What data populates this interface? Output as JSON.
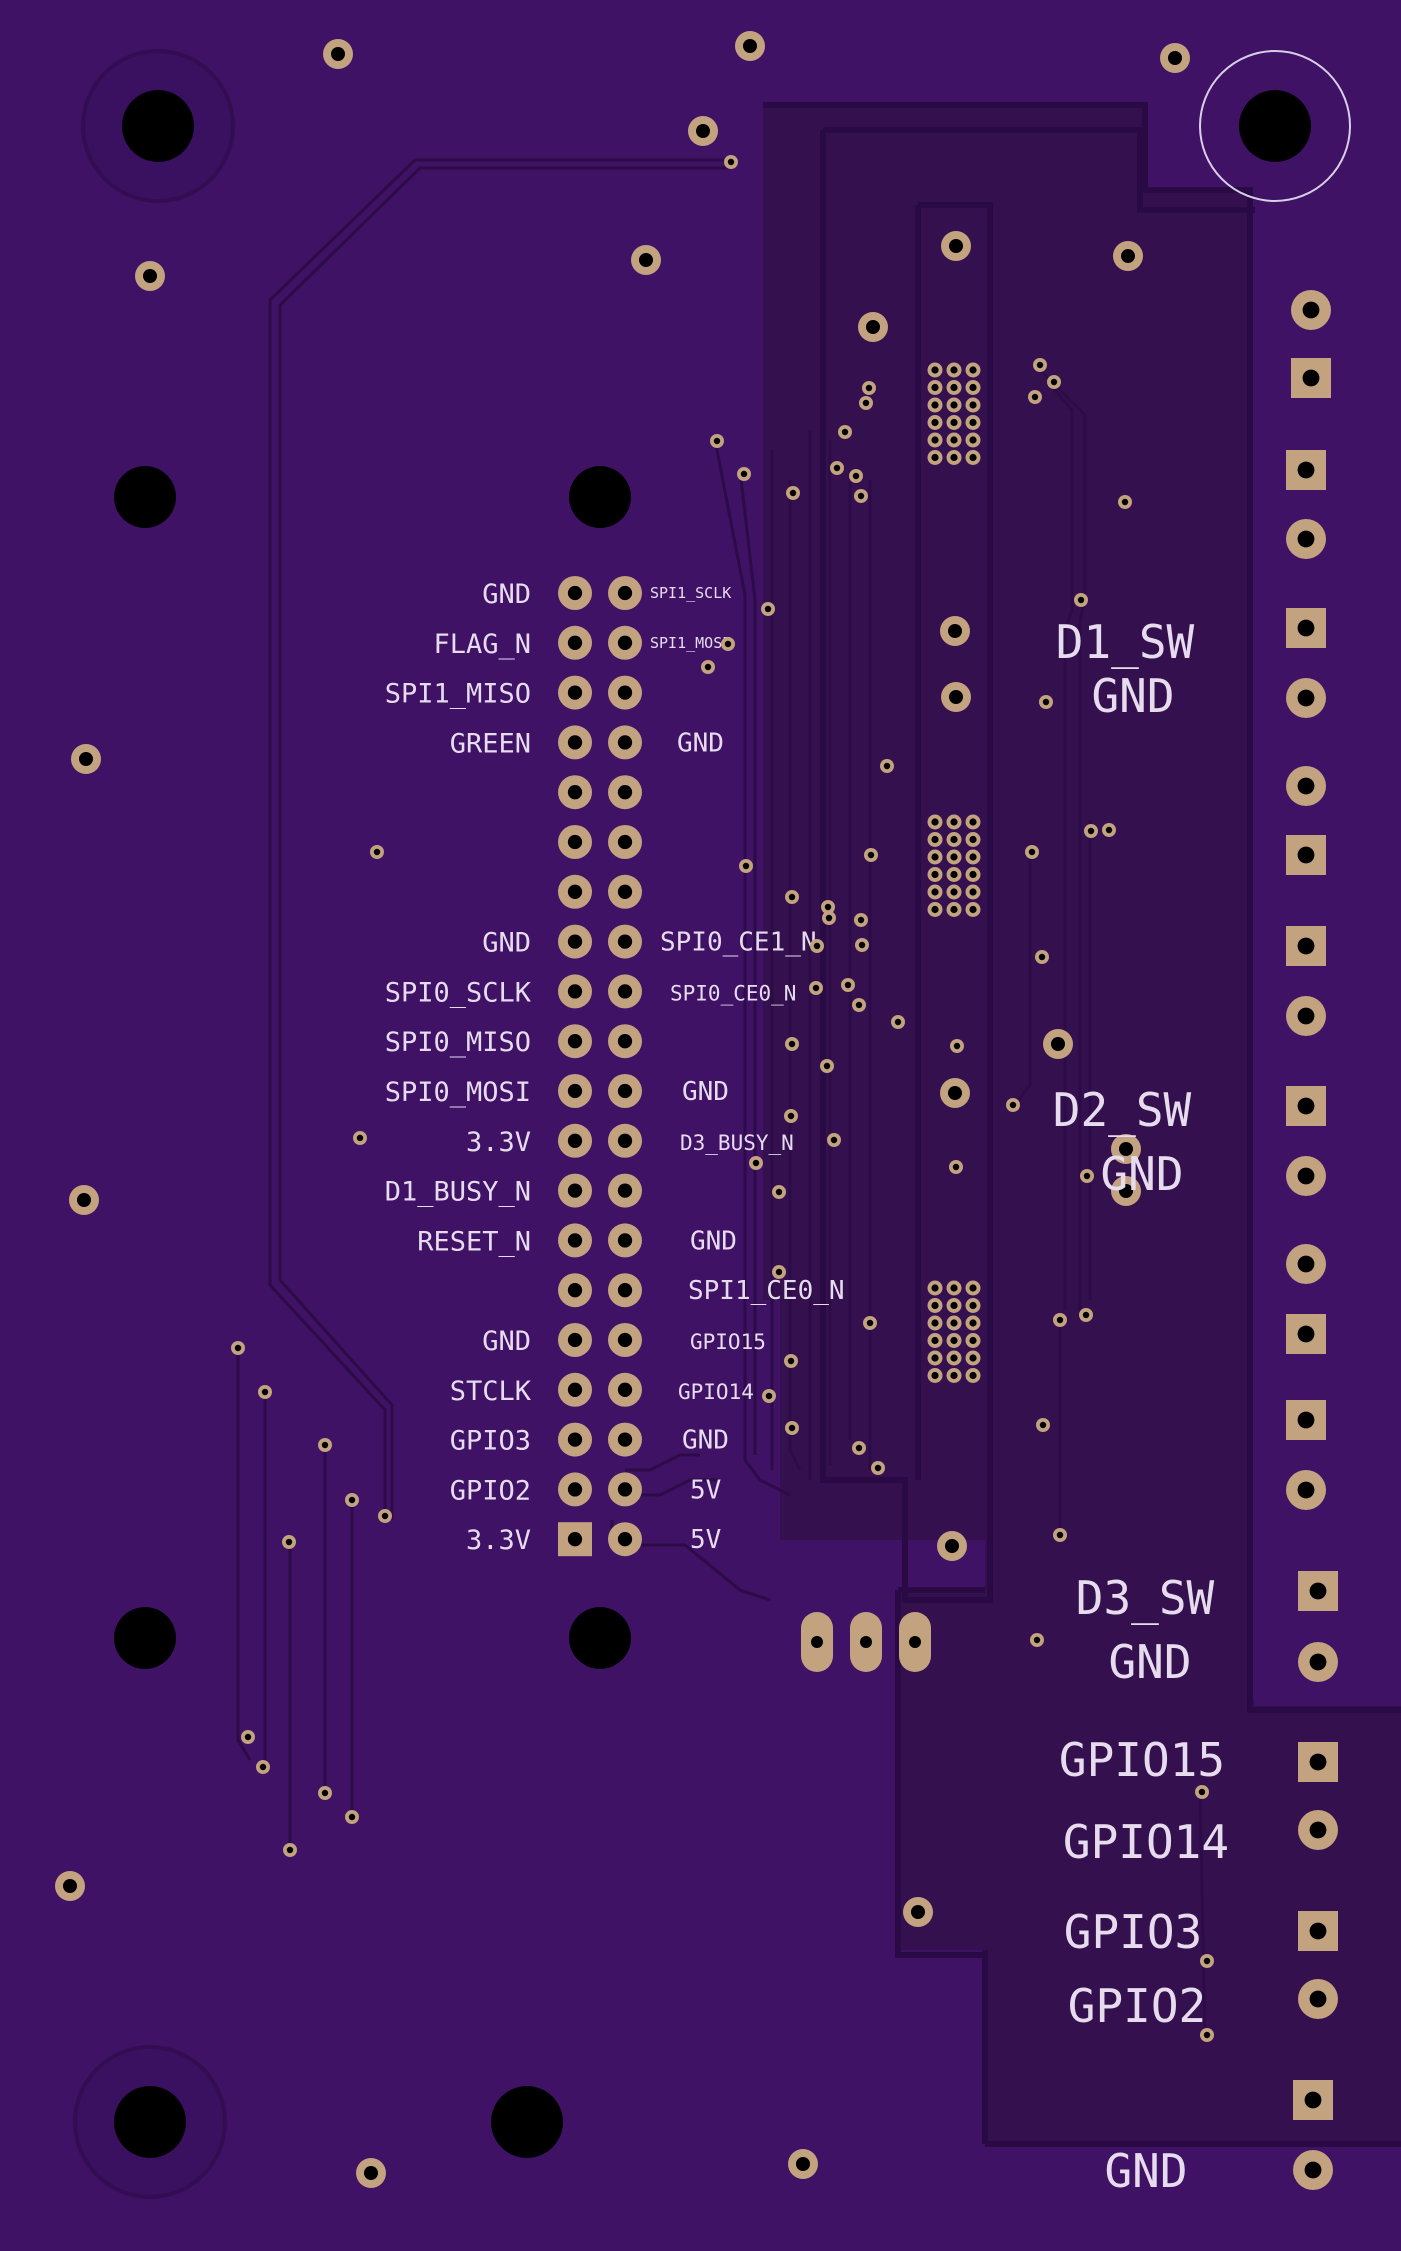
{
  "colors": {
    "board": "#3f1266",
    "board_light": "#4a1878",
    "pour": "#361057",
    "trace": "#2c0b47",
    "pad": "#c2a27f",
    "pad_dark": "#9c7f60",
    "hole": "#000000",
    "silk": "#e6dcee",
    "outline": "#d8cfe6"
  },
  "header": {
    "left_labels": [
      "GND",
      "FLAG_N",
      "SPI1_MISO",
      "GREEN",
      "",
      "",
      "",
      "GND",
      "SPI0_SCLK",
      "SPI0_MISO",
      "SPI0_MOSI",
      "3.3V",
      "D1_BUSY_N",
      "RESET_N",
      "",
      "GND",
      "STCLK",
      "GPIO3",
      "GPIO2",
      "3.3V"
    ],
    "right_labels": [
      "SPI1_SCLK",
      "SPI1_MOSI",
      "",
      "GND",
      "",
      "",
      "",
      "SPI0_CE1_N",
      "SPI0_CE0_N",
      "",
      "GND",
      "D3_BUSY_N",
      "",
      "GND",
      "SPI1_CE0_N",
      "GPIO15",
      "GPIO14",
      "GND",
      "5V",
      "5V"
    ]
  },
  "connectors": {
    "d1_sw": "D1_SW",
    "d1_gnd": "GND",
    "d2_sw": "D2_SW",
    "d2_gnd": "GND",
    "d3_sw": "D3_SW",
    "d3_gnd": "GND",
    "gpio15": "GPIO15",
    "gpio14": "GPIO14",
    "gpio3": "GPIO3",
    "gpio2": "GPIO2",
    "gnd_bottom": "GND"
  }
}
